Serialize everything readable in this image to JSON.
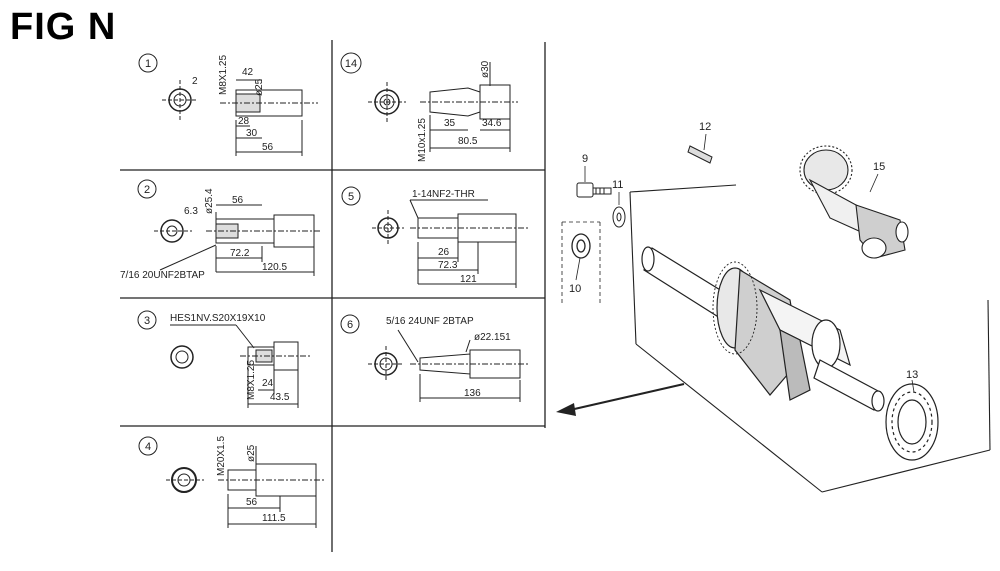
{
  "figure": {
    "title": "FIG N"
  },
  "panels": [
    {
      "id": "1",
      "dims": [
        "M8X1.25",
        "42",
        "ø25",
        "28",
        "30",
        "56",
        "2"
      ]
    },
    {
      "id": "14",
      "dims": [
        "ø30",
        "M10x1.25",
        "35",
        "34.6",
        "80.5"
      ]
    },
    {
      "id": "2",
      "dims": [
        "ø25.4",
        "6.3",
        "56",
        "72.2",
        "120.5",
        "7/16 20UNF2BTAP"
      ]
    },
    {
      "id": "5",
      "dims": [
        "1-14NF2-THR",
        "26",
        "72.3",
        "121"
      ]
    },
    {
      "id": "3",
      "dims": [
        "HES1NV.S20X19X10",
        "M8X1.25",
        "24",
        "43.5"
      ]
    },
    {
      "id": "6",
      "dims": [
        "5/16 24UNF 2BTAP",
        "ø22.151",
        "136"
      ]
    },
    {
      "id": "4",
      "dims": [
        "M20X1.5",
        "ø25",
        "56",
        "111.5"
      ]
    }
  ],
  "callouts": [
    "9",
    "11",
    "12",
    "15",
    "10",
    "13"
  ],
  "colors": {
    "line": "#222222",
    "background": "#ffffff"
  }
}
